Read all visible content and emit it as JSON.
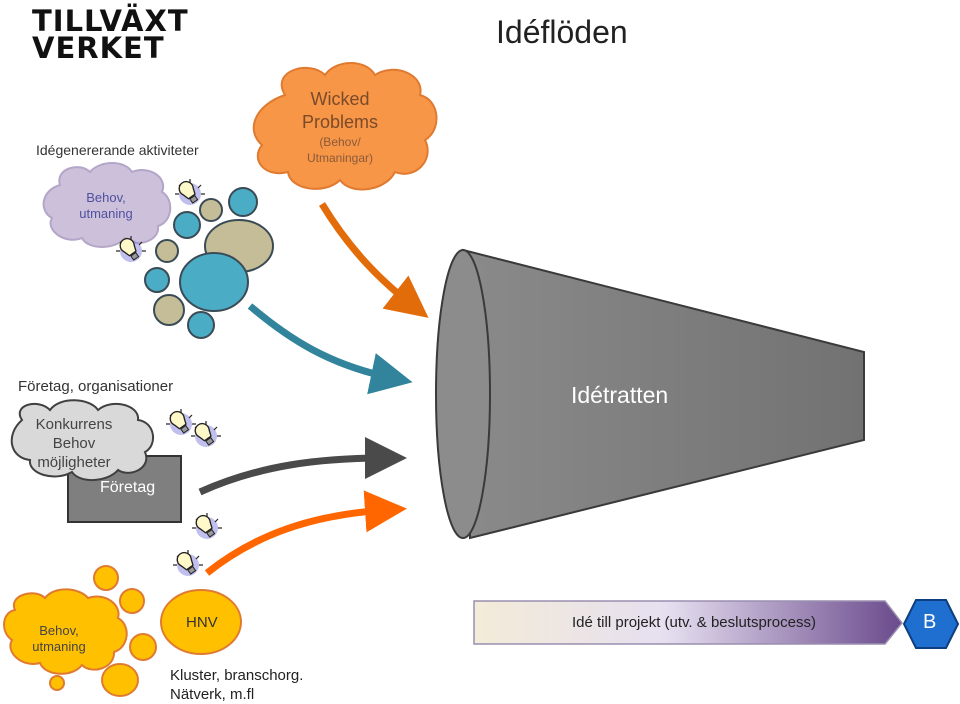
{
  "logo": {
    "line1": "TILLVÄXT",
    "line2": "VERKET"
  },
  "title": "Idéflöden",
  "labels": {
    "idegenererande": "Idégenererande aktiviteter",
    "foretag_org": "Företag, organisationer",
    "kluster": "Kluster, branschorg. Nätverk, m.fl",
    "idetratten": "Idétratten",
    "foretag_box": "Företag",
    "hnv": "HNV",
    "bar": "Idé till projekt (utv. & beslutsprocess)",
    "b": "B"
  },
  "clouds": {
    "wicked": {
      "line1": "Wicked",
      "line2": "Problems",
      "line3": "(Behov/",
      "line4": "Utmaningar)"
    },
    "behov_top": {
      "line1": "Behov,",
      "line2": "utmaning"
    },
    "konkurrens": {
      "line1": "Konkurrens",
      "line2": "Behov",
      "line3": "möjligheter"
    },
    "behov_bottom": {
      "line1": "Behov,",
      "line2": "utmaning"
    }
  },
  "colors": {
    "funnel": "#7f7f7f",
    "orange_arrow": "#e36c0a",
    "teal_arrow": "#31849b",
    "dark_arrow": "#4a4a4a",
    "bright_orange_arrow": "#ff6600",
    "bubble_blue": "#4bacc6",
    "bubble_tan": "#c4bd97",
    "bubble_yellow": "#ffc000",
    "cloud_orange": "#f79646",
    "cloud_lavender": "#ccc0da",
    "badge_blue": "#1f6fd0"
  },
  "icons": [
    "lightbulb-icon"
  ]
}
